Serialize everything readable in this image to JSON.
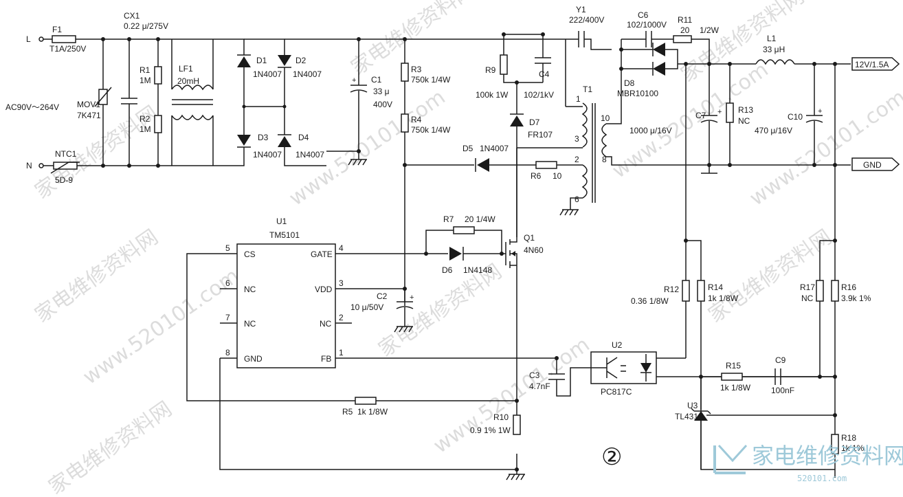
{
  "input": {
    "l_label": "L",
    "n_label": "N",
    "ac_range": "AC90V～264V"
  },
  "fuse": {
    "ref": "F1",
    "value": "T1A/250V"
  },
  "cx1": {
    "ref": "CX1",
    "value": "0.22 μ/275V"
  },
  "r1": {
    "ref": "R1",
    "value": "1M"
  },
  "r2": {
    "ref": "R2",
    "value": "1M"
  },
  "mov1": {
    "ref": "MOV1",
    "value": "7K471"
  },
  "ntc1": {
    "ref": "NTC1",
    "value": "5D-9"
  },
  "lf1": {
    "ref": "LF1",
    "value": "20mH"
  },
  "d1": {
    "ref": "D1",
    "value": "1N4007"
  },
  "d2": {
    "ref": "D2",
    "value": "1N4007"
  },
  "d3": {
    "ref": "D3",
    "value": "1N4007"
  },
  "d4": {
    "ref": "D4",
    "value": "1N4007"
  },
  "c1": {
    "ref": "C1",
    "value1": "33 μ",
    "value2": "400V"
  },
  "r3": {
    "ref": "R3",
    "value": "750k 1/4W"
  },
  "r4": {
    "ref": "R4",
    "value": "750k 1/4W"
  },
  "r9": {
    "ref": "R9",
    "value": "100k 1W"
  },
  "c4": {
    "ref": "C4",
    "value": "102/1kV"
  },
  "d7": {
    "ref": "D7",
    "value": "FR107"
  },
  "d5": {
    "ref": "D5",
    "value": "1N4007"
  },
  "r6": {
    "ref": "R6",
    "value": "10"
  },
  "y1": {
    "ref": "Y1",
    "value": "222/400V"
  },
  "t1": {
    "ref": "T1",
    "pins": [
      "1",
      "3",
      "2",
      "6",
      "10",
      "8"
    ]
  },
  "c6": {
    "ref": "C6",
    "value": "102/1000V"
  },
  "r11": {
    "ref": "R11",
    "value": "20",
    "power": "1/2W"
  },
  "d8": {
    "ref": "D8",
    "value": "MBR10100"
  },
  "l1": {
    "ref": "L1",
    "value": "33 μH"
  },
  "out12": {
    "label": "12V/1.5A"
  },
  "gnd": {
    "label": "GND"
  },
  "c7": {
    "ref": "C7",
    "value": "1000 μ/16V"
  },
  "r13": {
    "ref": "R13",
    "value": "NC"
  },
  "c10": {
    "ref": "C10",
    "value": "470 μ/16V"
  },
  "u1": {
    "ref": "U1",
    "part": "TM5101",
    "pins_left": [
      {
        "num": "5",
        "name": "CS"
      },
      {
        "num": "6",
        "name": "NC"
      },
      {
        "num": "7",
        "name": "NC"
      },
      {
        "num": "8",
        "name": "GND"
      }
    ],
    "pins_right": [
      {
        "num": "4",
        "name": "GATE"
      },
      {
        "num": "3",
        "name": "VDD"
      },
      {
        "num": "2",
        "name": "NC"
      },
      {
        "num": "1",
        "name": "FB"
      }
    ]
  },
  "r7": {
    "ref": "R7",
    "value": "20 1/4W"
  },
  "d6": {
    "ref": "D6",
    "value": "1N4148"
  },
  "q1": {
    "ref": "Q1",
    "value": "4N60"
  },
  "c2": {
    "ref": "C2",
    "value": "10 μ/50V"
  },
  "c3": {
    "ref": "C3",
    "value": "4.7nF"
  },
  "r5": {
    "ref": "R5",
    "value": "1k 1/8W"
  },
  "r10": {
    "ref": "R10",
    "value": "0.9 1% 1W"
  },
  "u2": {
    "ref": "U2",
    "value": "PC817C"
  },
  "r12": {
    "ref": "R12",
    "value": "0.36 1/8W"
  },
  "r14": {
    "ref": "R14",
    "value": "1k 1/8W"
  },
  "r15": {
    "ref": "R15",
    "value": "1k 1/8W"
  },
  "c9": {
    "ref": "C9",
    "value": "100nF"
  },
  "u3": {
    "ref": "U3",
    "value": "TL431"
  },
  "r17": {
    "ref": "R17",
    "value": "NC"
  },
  "r16": {
    "ref": "R16",
    "value": "3.9k 1%"
  },
  "r18": {
    "ref": "R18",
    "value": "1k 1%"
  },
  "figure_mark": "②",
  "watermarks": {
    "cn": "家电维修资料网",
    "url": "www.520101.com"
  },
  "logo": {
    "text": "家电维修资料网",
    "url": "520101.com",
    "color": "#9ec9d9"
  }
}
